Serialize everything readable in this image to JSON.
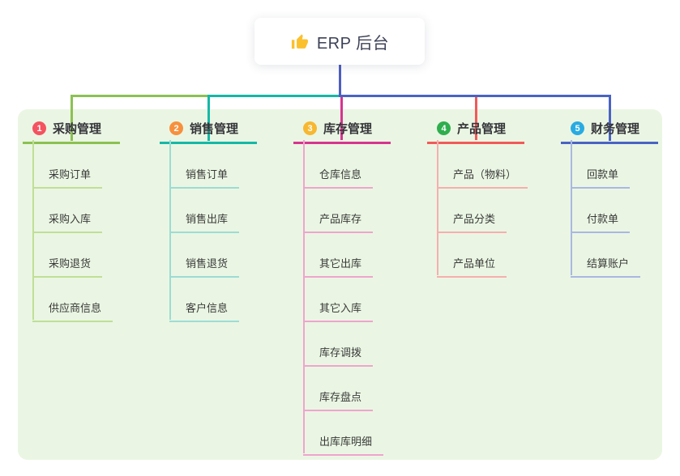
{
  "root": {
    "title": "ERP 后台",
    "icon": "thumbs-up-icon"
  },
  "panel_background": "#eaf6e3",
  "connector": {
    "root_line_color": "#4d5ec1"
  },
  "branches": [
    {
      "badge": "1",
      "label": "采购管理",
      "badge_color": "#f4535f",
      "line_color": "#8cc152",
      "child_line_color": "#bfdf96",
      "children": [
        "采购订单",
        "采购入库",
        "采购退货",
        "供应商信息"
      ]
    },
    {
      "badge": "2",
      "label": "销售管理",
      "badge_color": "#f7903e",
      "line_color": "#16b8a6",
      "child_line_color": "#9cdcd4",
      "children": [
        "销售订单",
        "销售出库",
        "销售退货",
        "客户信息"
      ]
    },
    {
      "badge": "3",
      "label": "库存管理",
      "badge_color": "#f7b731",
      "line_color": "#d6358f",
      "child_line_color": "#efa4ce",
      "children": [
        "仓库信息",
        "产品库存",
        "其它出库",
        "其它入库",
        "库存调拨",
        "库存盘点",
        "出库库明细"
      ]
    },
    {
      "badge": "4",
      "label": "产品管理",
      "badge_color": "#2fae4e",
      "line_color": "#f25a5a",
      "child_line_color": "#f7aeae",
      "children": [
        "产品（物料）",
        "产品分类",
        "产品单位"
      ]
    },
    {
      "badge": "5",
      "label": "财务管理",
      "badge_color": "#29abe2",
      "line_color": "#4a63c4",
      "child_line_color": "#a9b7e3",
      "children": [
        "回款单",
        "付款单",
        "结算账户"
      ]
    }
  ]
}
